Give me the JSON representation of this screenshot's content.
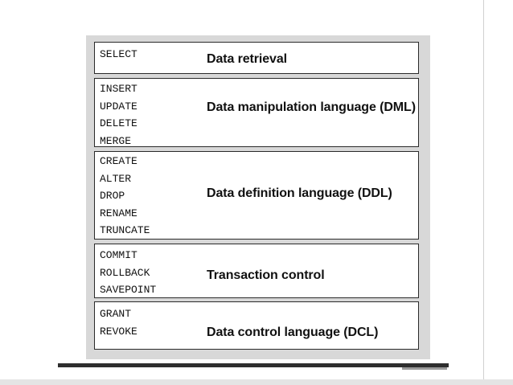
{
  "groups": [
    {
      "commands": [
        "SELECT"
      ],
      "description": "Data retrieval"
    },
    {
      "commands": [
        "INSERT",
        "UPDATE",
        "DELETE",
        "MERGE"
      ],
      "description": "Data manipulation language (DML)"
    },
    {
      "commands": [
        "CREATE",
        "ALTER",
        "DROP",
        "RENAME",
        "TRUNCATE"
      ],
      "description": "Data definition language (DDL)"
    },
    {
      "commands": [
        "COMMIT",
        "ROLLBACK",
        "SAVEPOINT"
      ],
      "description": "Transaction control"
    },
    {
      "commands": [
        "GRANT",
        "REVOKE"
      ],
      "description": "Data control language (DCL)"
    }
  ]
}
